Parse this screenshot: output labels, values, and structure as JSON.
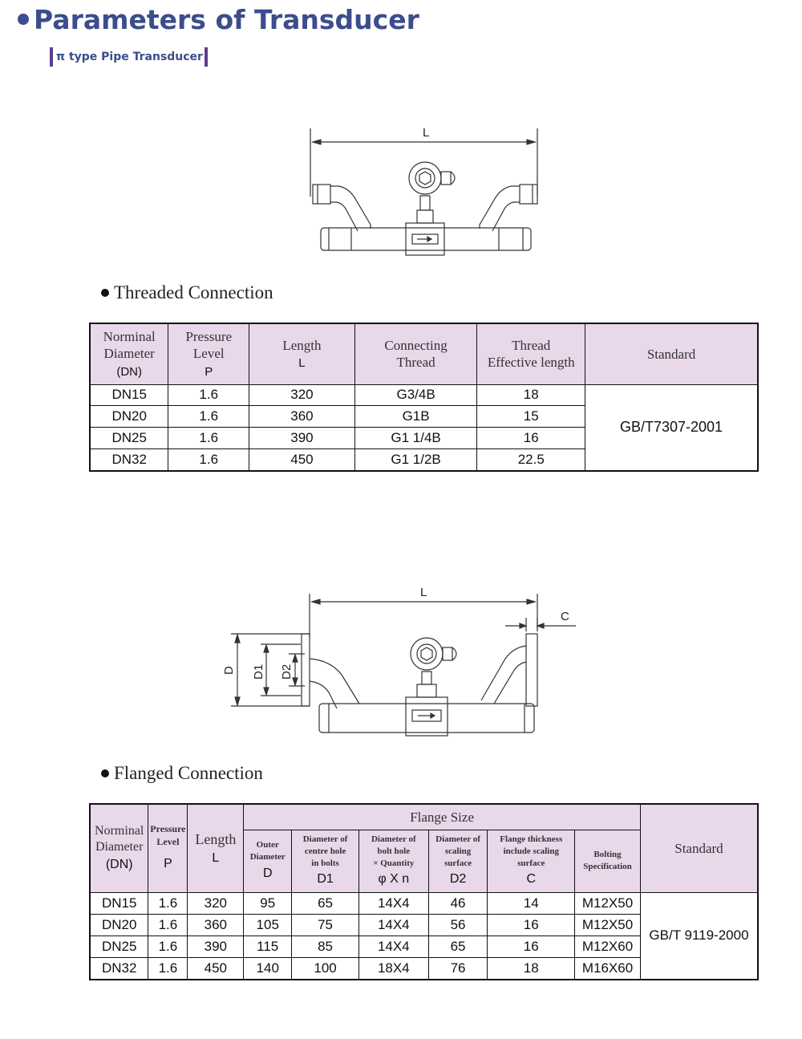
{
  "header": {
    "title": "Parameters of Transducer",
    "subtitle": "π type Pipe Transducer"
  },
  "drawing1": {
    "dim_L": "L"
  },
  "drawing2": {
    "dim_L": "L",
    "dim_C": "C",
    "dim_D": "D",
    "dim_D1": "D1",
    "dim_D2": "D2"
  },
  "threaded": {
    "heading": "Threaded Connection",
    "headers": {
      "dn_line1": "Norminal",
      "dn_line2": "Diameter",
      "dn_sym": "(DN)",
      "pressure_line1": "Pressure",
      "pressure_line2": "Level",
      "pressure_sym": "P",
      "length_line1": "Length",
      "length_sym": "L",
      "conn_line1": "Connecting",
      "conn_line2": "Thread",
      "thread_line1": "Thread",
      "thread_line2": "Effective length",
      "standard": "Standard"
    },
    "rows": [
      [
        "DN15",
        "1.6",
        "320",
        "G3/4B",
        "18"
      ],
      [
        "DN20",
        "1.6",
        "360",
        "G1B",
        "15"
      ],
      [
        "DN25",
        "1.6",
        "390",
        "G1 1/4B",
        "16"
      ],
      [
        "DN32",
        "1.6",
        "450",
        "G1 1/2B",
        "22.5"
      ]
    ],
    "standard_value": "GB/T7307-2001"
  },
  "flanged": {
    "heading": "Flanged Connection",
    "headers": {
      "dn_line1": "Norminal",
      "dn_line2": "Diameter",
      "dn_sym": "(DN)",
      "pressure_line1": "Pressure",
      "pressure_line2": "Level",
      "pressure_sym": "P",
      "length_line1": "Length",
      "length_sym": "L",
      "flange_size": "Flange Size",
      "outer_line1": "Outer",
      "outer_line2": "Diameter",
      "outer_sym": "D",
      "centre_line1": "Diameter of",
      "centre_line2": "centre hole",
      "centre_line3": "in bolts",
      "centre_sym": "D1",
      "bolt_line1": "Diameter of",
      "bolt_line2": "bolt hole",
      "bolt_line3": "× Quantity",
      "bolt_sym": "φ X n",
      "seal_line1": "Diameter of",
      "seal_line2": "scaling",
      "seal_line3": "surface",
      "seal_sym": "D2",
      "thick_line1": "Flange thickness",
      "thick_line2": "include scaling",
      "thick_line3": "surface",
      "thick_sym": "C",
      "bolting_line1": "Bolting",
      "bolting_line2": "Specification",
      "standard": "Standard"
    },
    "rows": [
      [
        "DN15",
        "1.6",
        "320",
        "95",
        "65",
        "14X4",
        "46",
        "14",
        "M12X50"
      ],
      [
        "DN20",
        "1.6",
        "360",
        "105",
        "75",
        "14X4",
        "56",
        "16",
        "M12X50"
      ],
      [
        "DN25",
        "1.6",
        "390",
        "115",
        "85",
        "14X4",
        "65",
        "16",
        "M12X60"
      ],
      [
        "DN32",
        "1.6",
        "450",
        "140",
        "100",
        "18X4",
        "76",
        "18",
        "M16X60"
      ]
    ],
    "standard_value": "GB/T 9119-2000"
  }
}
